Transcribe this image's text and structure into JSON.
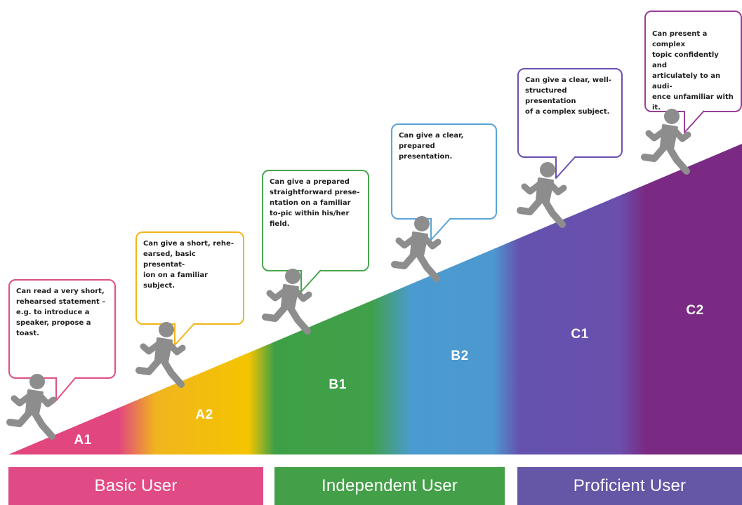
{
  "levels": [
    {
      "code": "A1",
      "color": "#e2467f"
    },
    {
      "code": "A2",
      "color": "#f5c200"
    },
    {
      "code": "B1",
      "color": "#3ea046"
    },
    {
      "code": "B2",
      "color": "#4a9bd1"
    },
    {
      "code": "C1",
      "color": "#6b4fae"
    },
    {
      "code": "C2",
      "color": "#7a2a83"
    }
  ],
  "bubbles": [
    {
      "level": "A1",
      "border_color": "#df4f86",
      "text": "Can read a very short,\nrehearsed statement –\ne.g. to introduce a\nspeaker, propose a toast."
    },
    {
      "level": "A2",
      "border_color": "#f2b51a",
      "text": "Can give a short, rehe-\nearsed, basic presentat-\nion on a familiar subject."
    },
    {
      "level": "B1",
      "border_color": "#4aa54f",
      "text": "Can give a prepared\nstraightforward prese-\nntation on a familiar\nto-pic within his/her\nfield."
    },
    {
      "level": "B2",
      "border_color": "#5aa3d6",
      "text": "Can give a clear,\nprepared presentation."
    },
    {
      "level": "C1",
      "border_color": "#6c4fb0",
      "text": "Can give a clear, well-\nstructured presentation\nof a complex subject."
    },
    {
      "level": "C2",
      "border_color": "#9c3d9a",
      "text": "Can present a complex\ntopic confidently and\narticulately to an audi-\nence unfamiliar with it."
    }
  ],
  "user_bands": [
    {
      "label": "Basic User",
      "color": "#e04b85"
    },
    {
      "label": "Independent User",
      "color": "#44a048"
    },
    {
      "label": "Proficient User",
      "color": "#6556a6"
    }
  ],
  "runner_color": "#8d8d8d"
}
